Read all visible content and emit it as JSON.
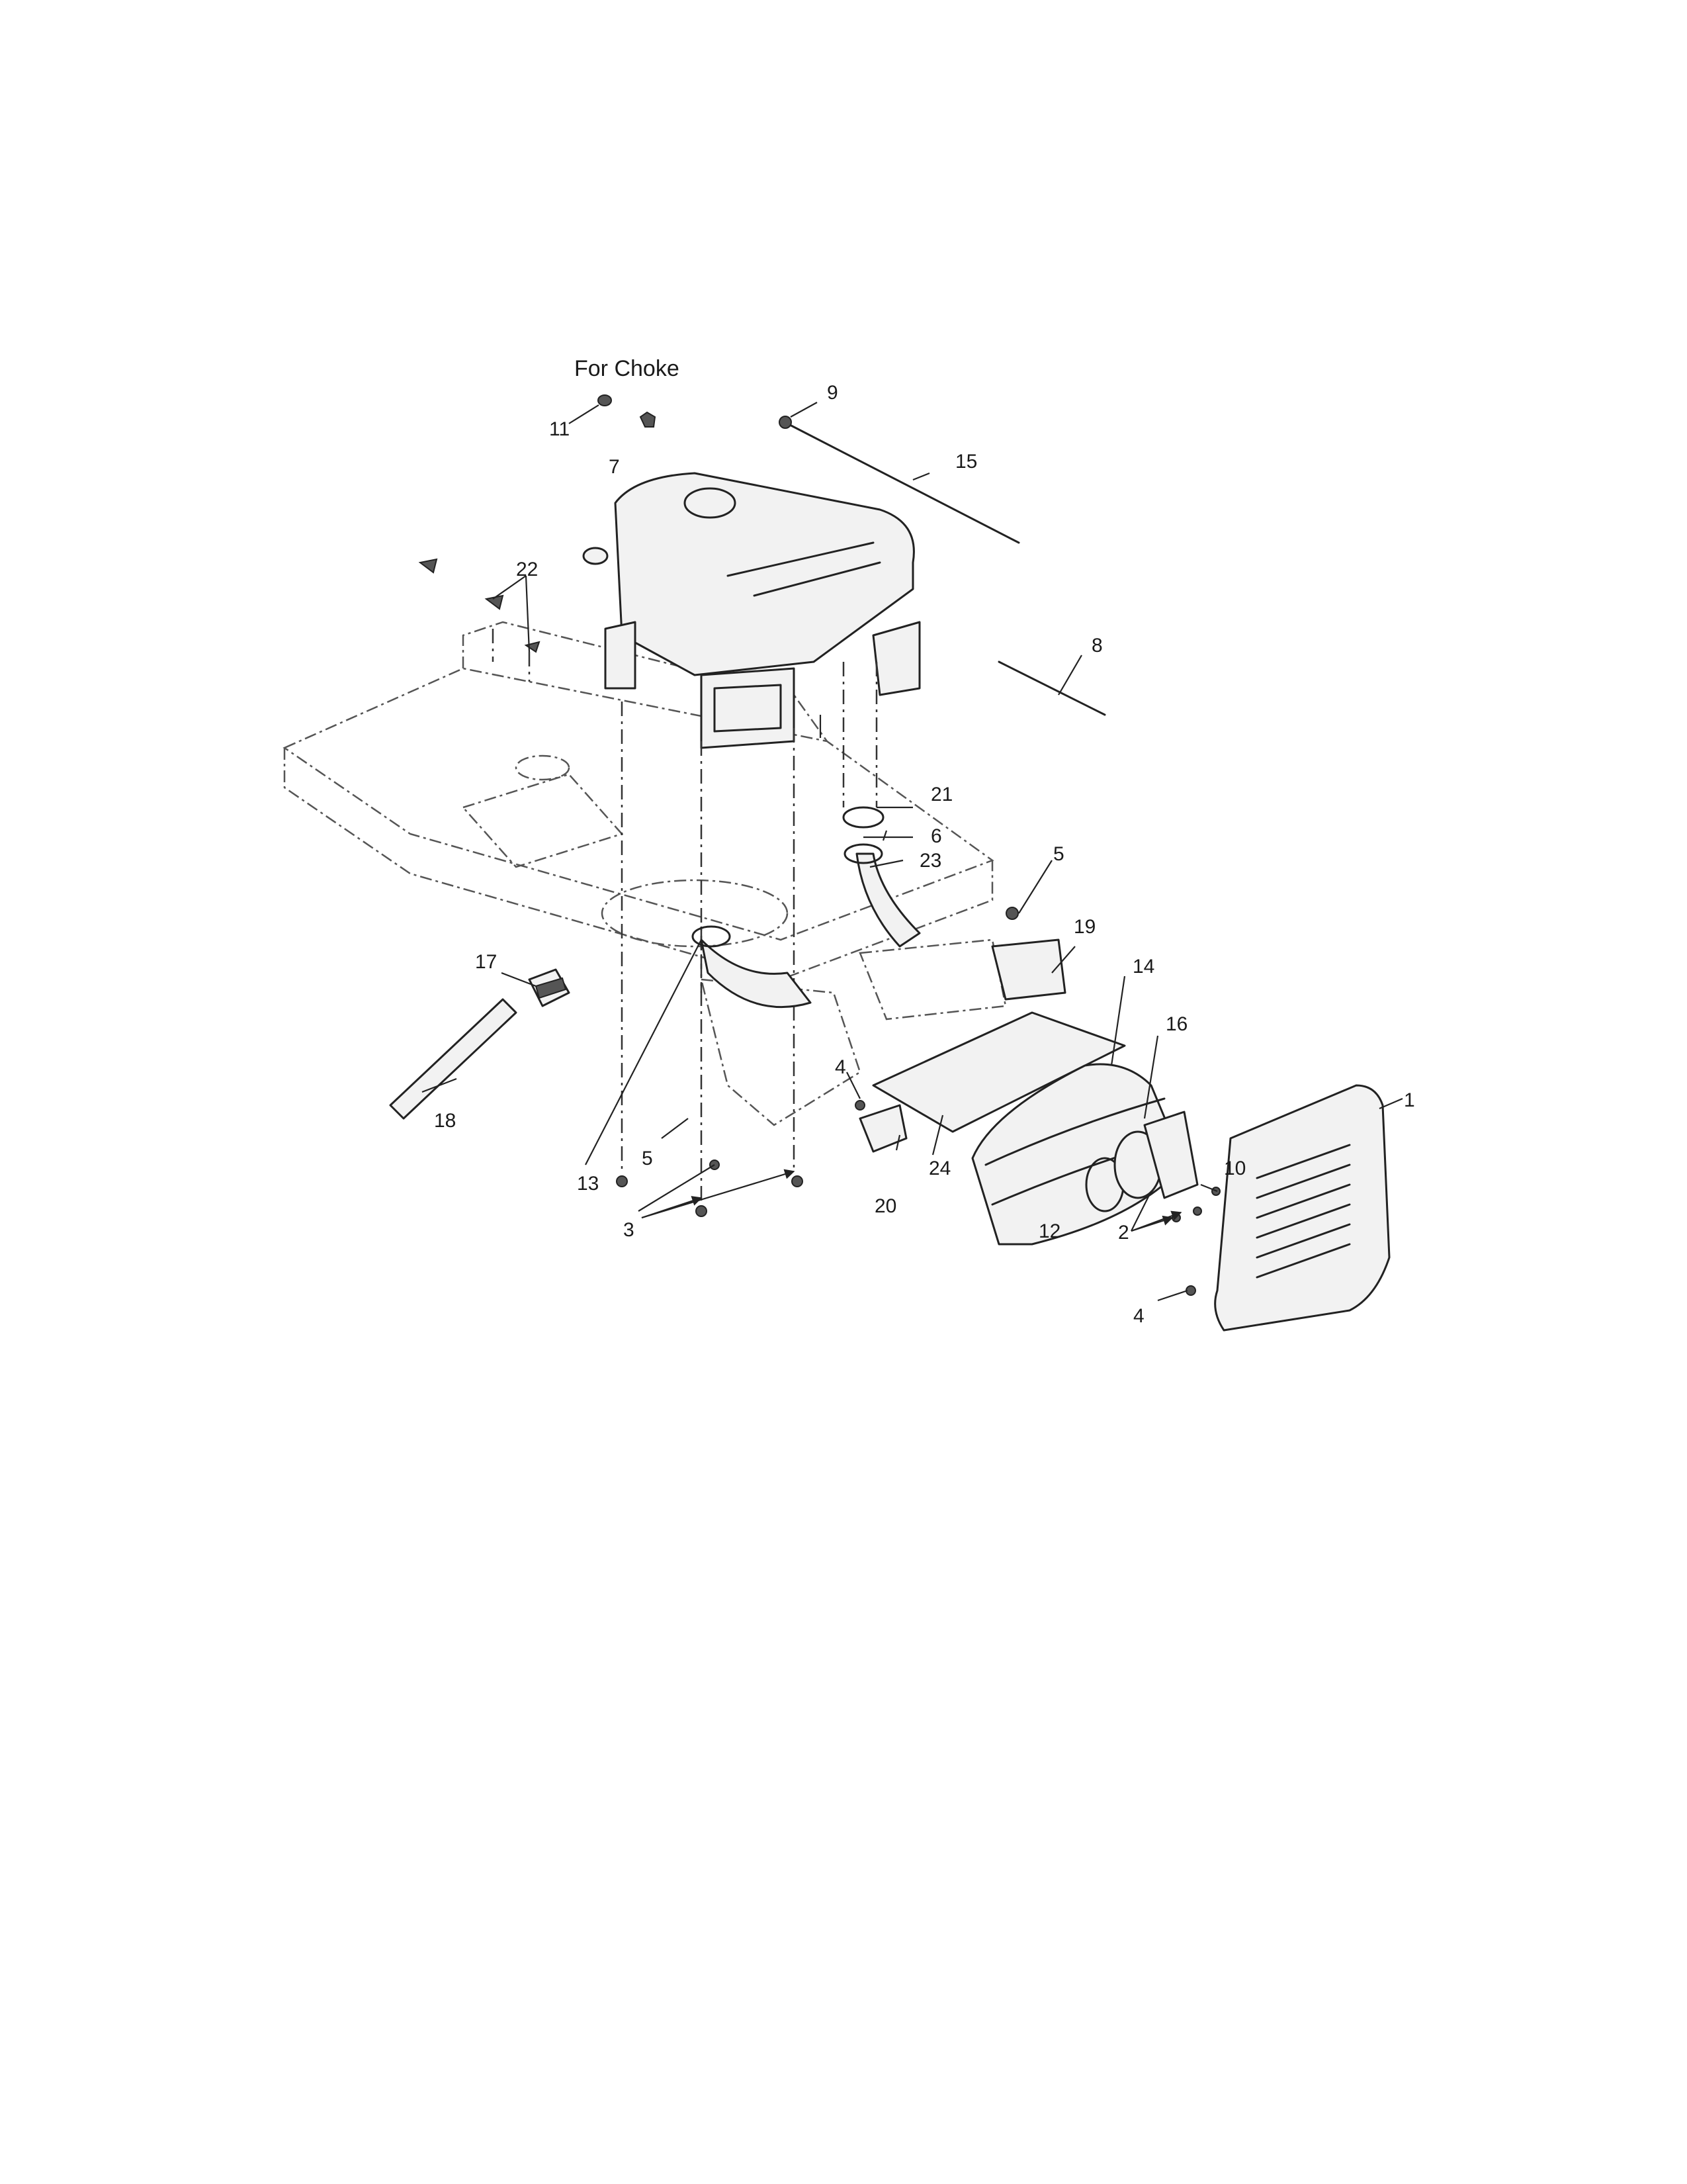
{
  "diagram": {
    "note_label": "For Choke",
    "callouts": [
      "1",
      "2",
      "3",
      "4",
      "5",
      "6",
      "7",
      "8",
      "9",
      "10",
      "11",
      "12",
      "13",
      "14",
      "15",
      "16",
      "17",
      "18",
      "19",
      "20",
      "21",
      "22",
      "23",
      "24"
    ]
  }
}
